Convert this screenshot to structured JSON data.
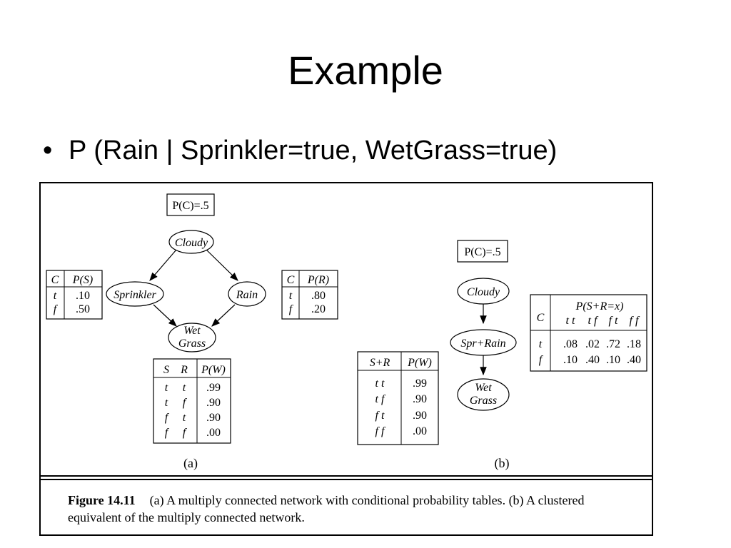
{
  "slide": {
    "title": "Example",
    "bullet": "P (Rain | Sprinkler=true, WetGrass=true)"
  },
  "figure_a": {
    "prior": "P(C)=.5",
    "nodes": {
      "cloudy": "Cloudy",
      "sprinkler": "Sprinkler",
      "rain": "Rain",
      "wet": "Wet",
      "grass": "Grass"
    },
    "cpt_s": {
      "headers": [
        "C",
        "P(S)"
      ],
      "rows": [
        [
          "t",
          ".10"
        ],
        [
          "f",
          ".50"
        ]
      ]
    },
    "cpt_r": {
      "headers": [
        "C",
        "P(R)"
      ],
      "rows": [
        [
          "t",
          ".80"
        ],
        [
          "f",
          ".20"
        ]
      ]
    },
    "cpt_w": {
      "headers": [
        "S",
        "R",
        "P(W)"
      ],
      "rows": [
        [
          "t",
          "t",
          ".99"
        ],
        [
          "t",
          "f",
          ".90"
        ],
        [
          "f",
          "t",
          ".90"
        ],
        [
          "f",
          "f",
          ".00"
        ]
      ]
    },
    "label": "(a)"
  },
  "figure_b": {
    "prior": "P(C)=.5",
    "nodes": {
      "cloudy": "Cloudy",
      "sprrain": "Spr+Rain",
      "wet": "Wet",
      "grass": "Grass"
    },
    "cpt_w": {
      "headers": [
        "S+R",
        "P(W)"
      ],
      "rows": [
        [
          "t t",
          ".99"
        ],
        [
          "t f",
          ".90"
        ],
        [
          "f t",
          ".90"
        ],
        [
          "f f",
          ".00"
        ]
      ]
    },
    "cpt_sr": {
      "header_c": "C",
      "header_top": "P(S+R=x)",
      "subheaders": [
        "t t",
        "t f",
        "f t",
        "f f"
      ],
      "rows": [
        [
          "t",
          ".08",
          ".02",
          ".72",
          ".18"
        ],
        [
          "f",
          ".10",
          ".40",
          ".10",
          ".40"
        ]
      ]
    },
    "label": "(b)"
  },
  "caption": {
    "figure_label": "Figure 14.11",
    "text": "(a) A multiply connected network with conditional probability tables. (b) A clustered equivalent of the multiply connected network."
  }
}
